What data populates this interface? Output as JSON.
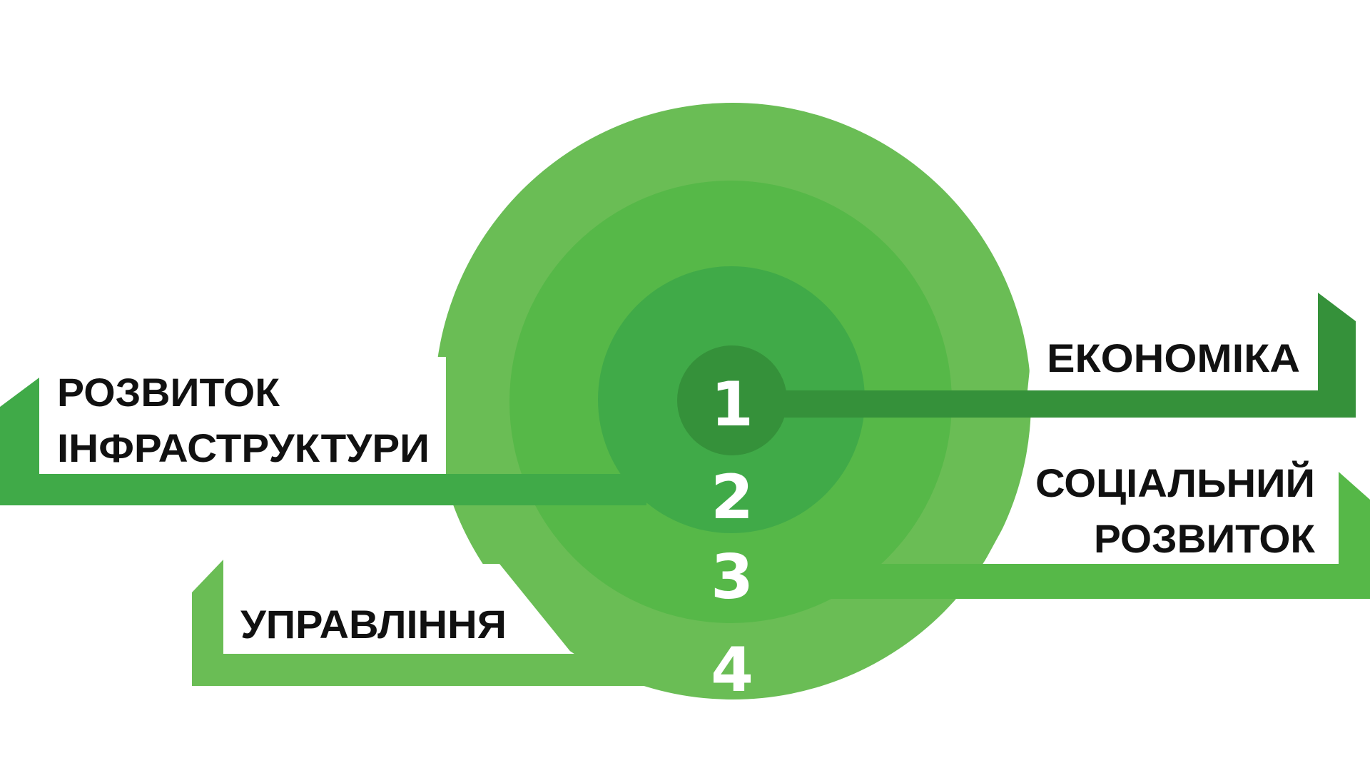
{
  "colors": {
    "ring_outer": "#6abd55",
    "ring_2": "#56b848",
    "ring_3": "#40aa48",
    "ring_inner": "#35913a"
  },
  "numbers": [
    "1",
    "2",
    "3",
    "4"
  ],
  "labels": {
    "economics": "ЕКОНОМІКА",
    "infrastructure_line1": "РОЗВИТОК",
    "infrastructure_line2": "ІНФРАСТРУКТУРИ",
    "social_line1": "СОЦІАЛЬНИЙ",
    "social_line2": "РОЗВИТОК",
    "management": "УПРАВЛІННЯ"
  }
}
